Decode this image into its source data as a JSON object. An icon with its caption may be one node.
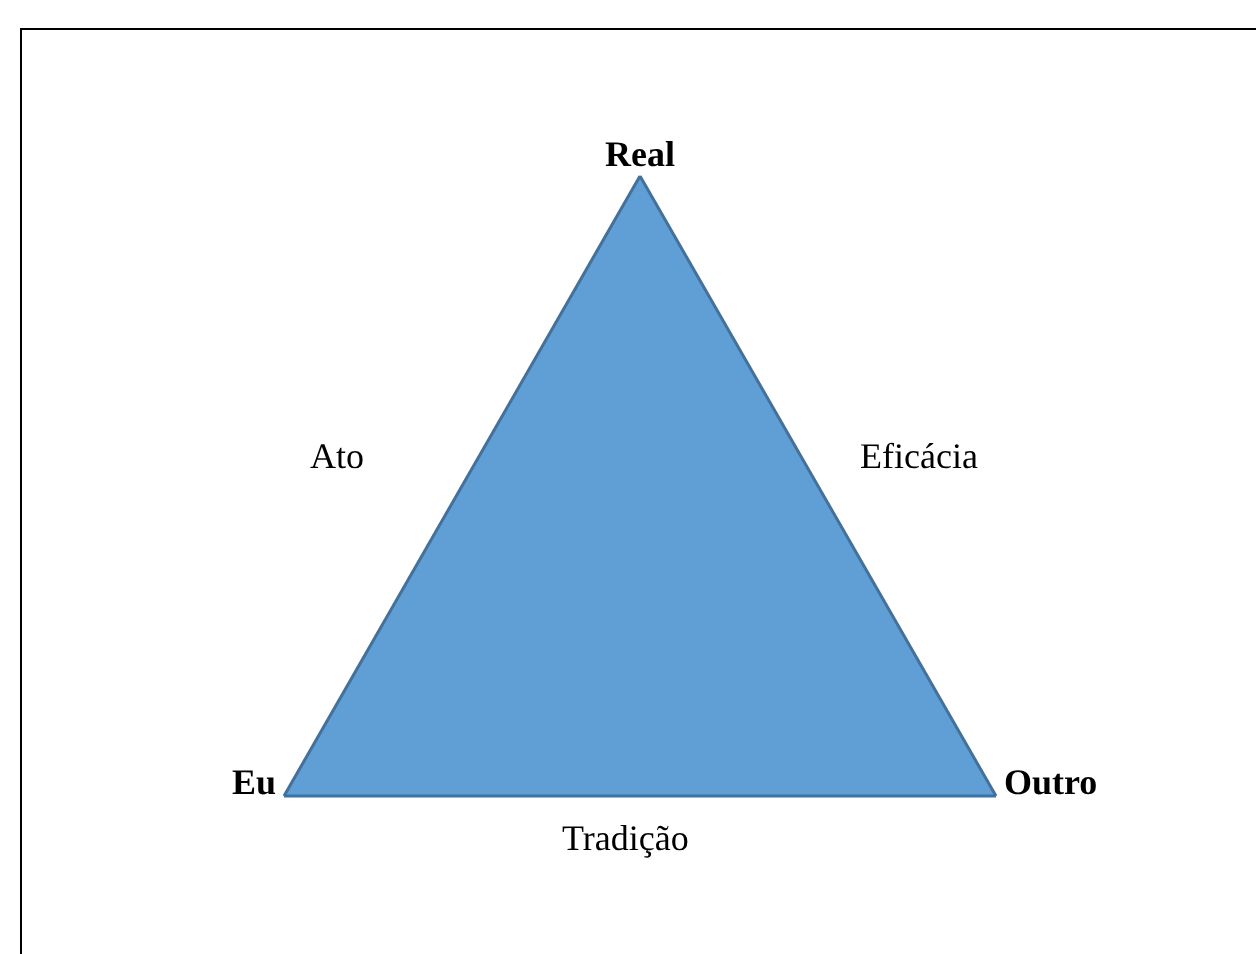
{
  "diagram": {
    "nodes": [
      {
        "text": [
          "Real"
        ]
      },
      {
        "text": [
          "Eu"
        ]
      },
      {
        "text": [
          "Outro"
        ]
      }
    ],
    "edges": [
      {
        "from": 1,
        "to": 0,
        "arrow": "none",
        "label": "Ato"
      },
      {
        "from": 0,
        "to": 2,
        "arrow": "none",
        "label": "Eficácia"
      },
      {
        "from": 1,
        "to": 2,
        "arrow": "none",
        "label": "Tradição"
      }
    ]
  }
}
